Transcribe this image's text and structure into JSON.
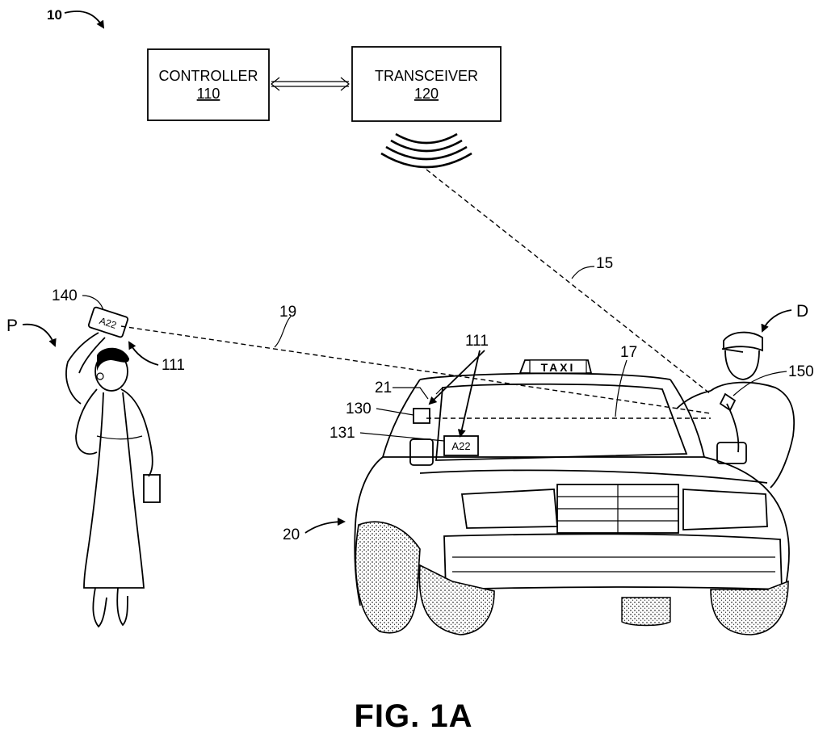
{
  "figure_ref": "10",
  "controller": {
    "label": "CONTROLLER",
    "ref": "110"
  },
  "transceiver": {
    "label": "TRANSCEIVER",
    "ref": "120"
  },
  "taxi_sign": "TAXI",
  "plate_passenger": "A22",
  "plate_vehicle": "A22",
  "refs": {
    "link_15": "15",
    "link_17": "17",
    "link_19": "19",
    "vehicle_20": "20",
    "windshield_21": "21",
    "device_111_top": "111",
    "device_111_passenger": "111",
    "display_130": "130",
    "display_131": "131",
    "device_140": "140",
    "device_150": "150",
    "passenger": "P",
    "driver": "D"
  },
  "caption": "FIG. 1A"
}
